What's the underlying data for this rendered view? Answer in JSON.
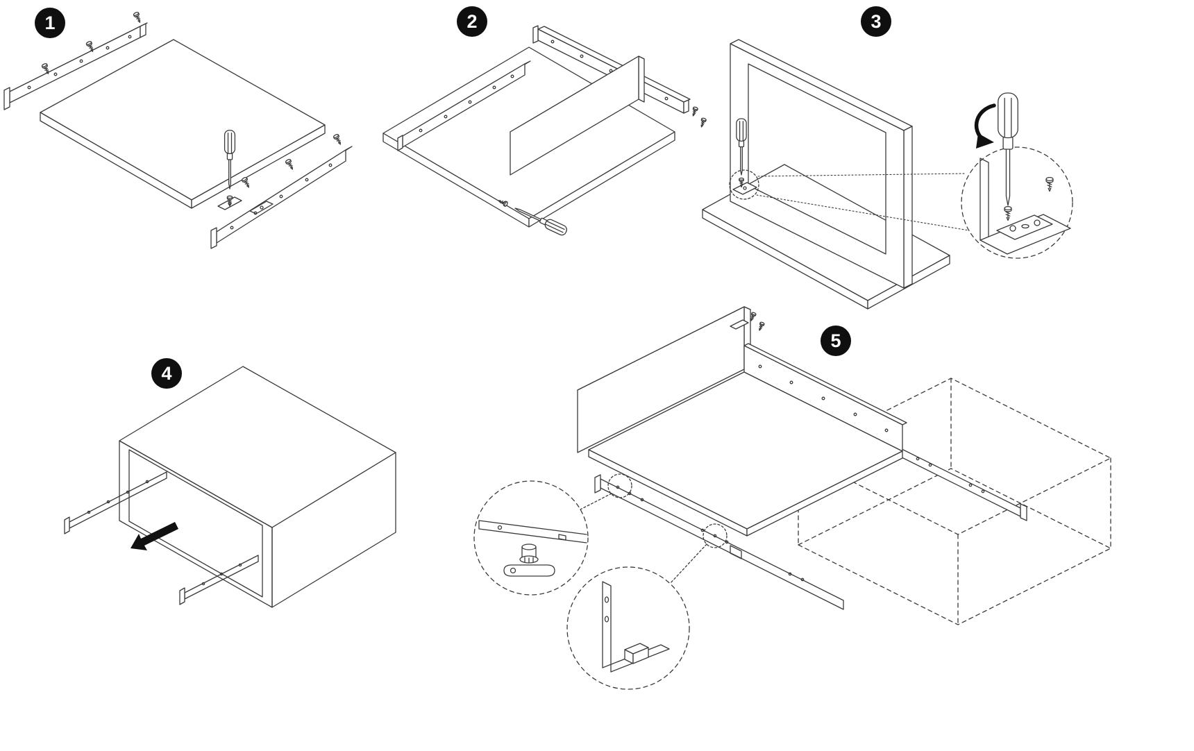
{
  "diagram": {
    "steps": [
      {
        "label": "1"
      },
      {
        "label": "2"
      },
      {
        "label": "3"
      },
      {
        "label": "4"
      },
      {
        "label": "5"
      }
    ],
    "colors": {
      "background": "#ffffff",
      "line": "#3a3a3a",
      "badge_bg": "#0f0f0f",
      "badge_text": "#ffffff",
      "arrow": "#111111"
    }
  }
}
